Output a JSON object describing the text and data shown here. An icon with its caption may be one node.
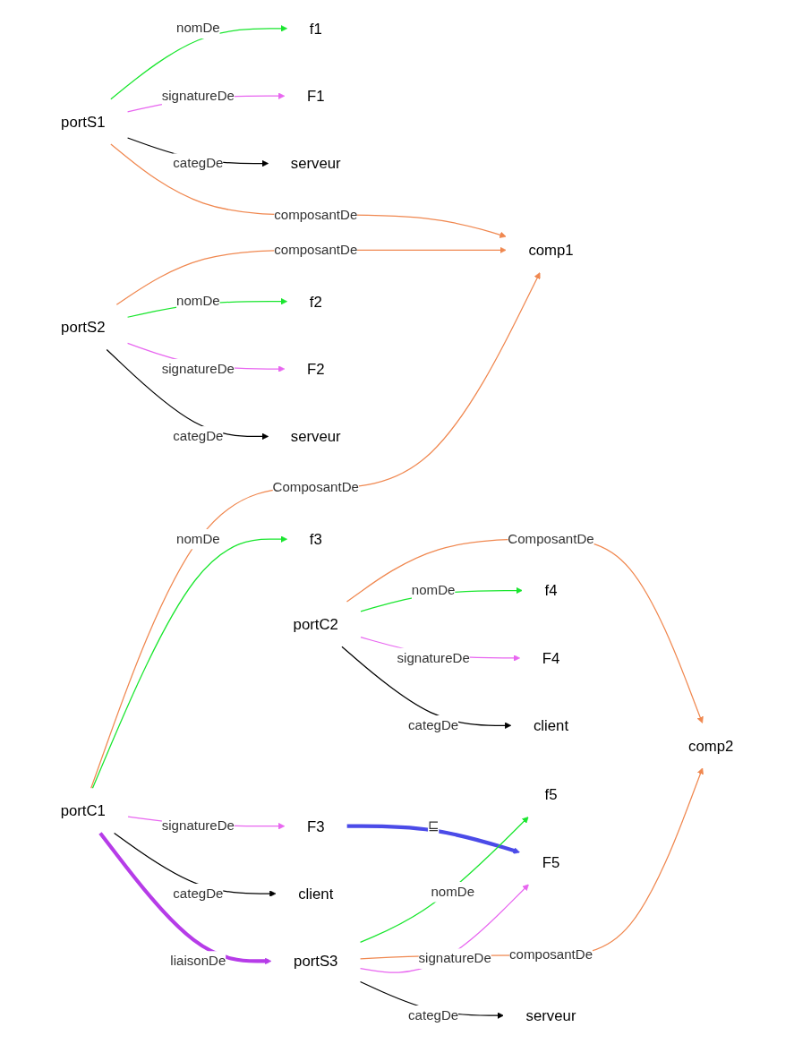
{
  "diagram": {
    "nodes": [
      {
        "text": [
          "f1"
        ]
      },
      {
        "text": [
          "portS1"
        ]
      },
      {
        "text": [
          "F1"
        ]
      },
      {
        "text": [
          "serveur"
        ]
      },
      {
        "text": [
          "comp1"
        ]
      },
      {
        "text": [
          "f2"
        ]
      },
      {
        "text": [
          "F2"
        ]
      },
      {
        "text": [
          "portS2"
        ]
      },
      {
        "text": [
          "serveur"
        ]
      },
      {
        "text": [
          "portC1"
        ]
      },
      {
        "text": [
          "f3"
        ]
      },
      {
        "text": [
          "F3"
        ]
      },
      {
        "text": [
          "client"
        ]
      },
      {
        "text": [
          "f5"
        ]
      },
      {
        "text": [
          "portS3"
        ]
      },
      {
        "text": [
          "comp2"
        ]
      },
      {
        "text": [
          "F5"
        ]
      },
      {
        "text": [
          "serveur"
        ]
      },
      {
        "text": [
          "portC2"
        ]
      },
      {
        "text": [
          "f4"
        ]
      },
      {
        "text": [
          "client"
        ]
      },
      {
        "text": [
          "F4"
        ]
      }
    ],
    "edges": [
      {
        "from": 1,
        "to": 0,
        "arrow": "to",
        "label": "nomDe",
        "color": "#19e62e"
      },
      {
        "from": 1,
        "to": 2,
        "arrow": "to",
        "label": "signatureDe",
        "color": "#e866f0"
      },
      {
        "from": 1,
        "to": 3,
        "arrow": "to",
        "label": "categDe",
        "color": "#000000"
      },
      {
        "from": 1,
        "to": 4,
        "arrow": "to",
        "label": "composantDe",
        "color": "#f08850"
      },
      {
        "from": 7,
        "to": 4,
        "arrow": "to",
        "label": "composantDe",
        "color": "#f08850"
      },
      {
        "from": 7,
        "to": 5,
        "arrow": "to",
        "label": "nomDe",
        "color": "#19e62e"
      },
      {
        "from": 7,
        "to": 6,
        "arrow": "to",
        "label": "signatureDe",
        "color": "#e866f0"
      },
      {
        "from": 7,
        "to": 8,
        "arrow": "to",
        "label": "categDe",
        "color": "#000000"
      },
      {
        "from": 9,
        "to": 4,
        "arrow": "to",
        "label": "ComposantDe",
        "color": "#f08850"
      },
      {
        "from": 9,
        "to": 10,
        "arrow": "to",
        "label": "nomDe",
        "color": "#19e62e"
      },
      {
        "from": 9,
        "to": 11,
        "arrow": "to",
        "label": "signatureDe",
        "color": "#e866f0"
      },
      {
        "from": 9,
        "to": 12,
        "arrow": "to",
        "label": "categDe",
        "color": "#000000"
      },
      {
        "from": 9,
        "to": 14,
        "arrow": "to",
        "label": "liaisonDe",
        "style": "thick",
        "color": "#b63ce8"
      },
      {
        "from": 11,
        "to": 16,
        "arrow": "to",
        "label": "⊑",
        "style": "thick",
        "color": "#4b4be8"
      },
      {
        "from": 14,
        "to": 13,
        "arrow": "to",
        "label": "nomDe",
        "color": "#19e62e"
      },
      {
        "from": 14,
        "to": 15,
        "arrow": "to",
        "label": "composantDe",
        "color": "#f08850"
      },
      {
        "from": 14,
        "to": 16,
        "arrow": "to",
        "label": "signatureDe",
        "color": "#e866f0"
      },
      {
        "from": 14,
        "to": 17,
        "arrow": "to",
        "label": "categDe",
        "color": "#000000"
      },
      {
        "from": 18,
        "to": 15,
        "arrow": "to",
        "label": "ComposantDe",
        "color": "#f08850"
      },
      {
        "from": 18,
        "to": 19,
        "arrow": "to",
        "label": "nomDe",
        "color": "#19e62e"
      },
      {
        "from": 18,
        "to": 21,
        "arrow": "to",
        "label": "signatureDe",
        "color": "#e866f0"
      },
      {
        "from": 18,
        "to": 20,
        "arrow": "to",
        "label": "categDe",
        "color": "#000000"
      }
    ]
  }
}
